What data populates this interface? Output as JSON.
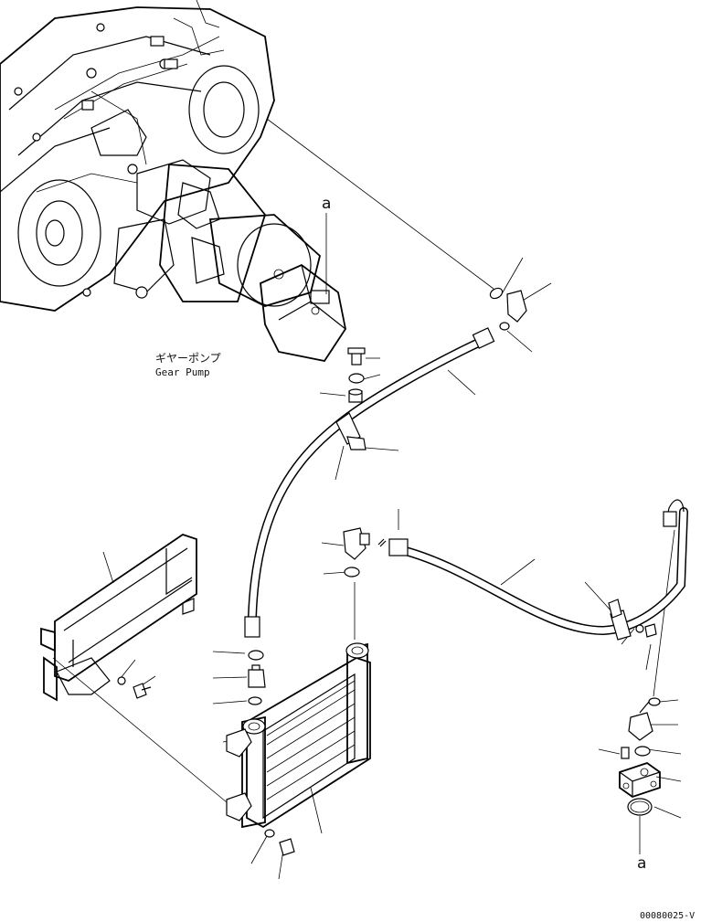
{
  "labels": {
    "gear_pump_jp": "ギヤーポンプ",
    "gear_pump_en": "Gear Pump",
    "ref_a_top": "a",
    "ref_a_bottom": "a",
    "drawing_code": "00080025-V"
  }
}
